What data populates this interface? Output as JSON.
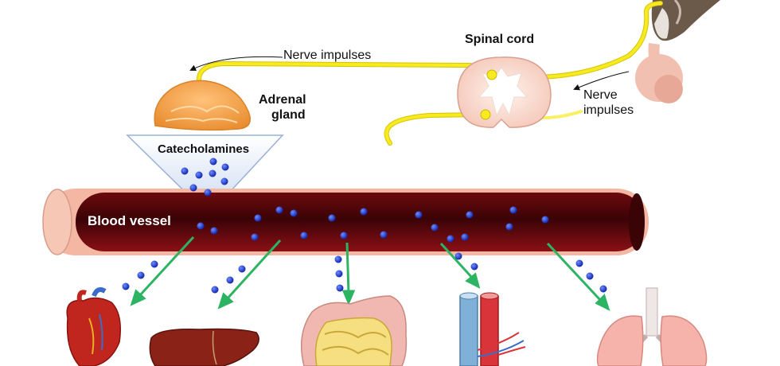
{
  "labels": {
    "spinal_cord": "Spinal cord",
    "nerve_impulses_top": "Nerve impulses",
    "nerve_impulses_right_line1": "Nerve",
    "nerve_impulses_right_line2": "impulses",
    "adrenal_line1": "Adrenal",
    "adrenal_line2": "gland",
    "catecholamines": "Catecholamines",
    "blood_vessel": "Blood vessel"
  },
  "colors": {
    "nerve": "#f2e200",
    "vessel_dark": "#4a0508",
    "vessel_mid": "#8c0f14",
    "vessel_wall": "#f3b7a4",
    "molecule": "#1f3fd6",
    "arrow": "#2cb463",
    "adrenal": "#f2a64a",
    "funnel": "#dfe9f7"
  },
  "target_organs": [
    "heart-icon",
    "liver-icon",
    "intestine-icon",
    "artery-vein-icon",
    "lungs-icon"
  ]
}
